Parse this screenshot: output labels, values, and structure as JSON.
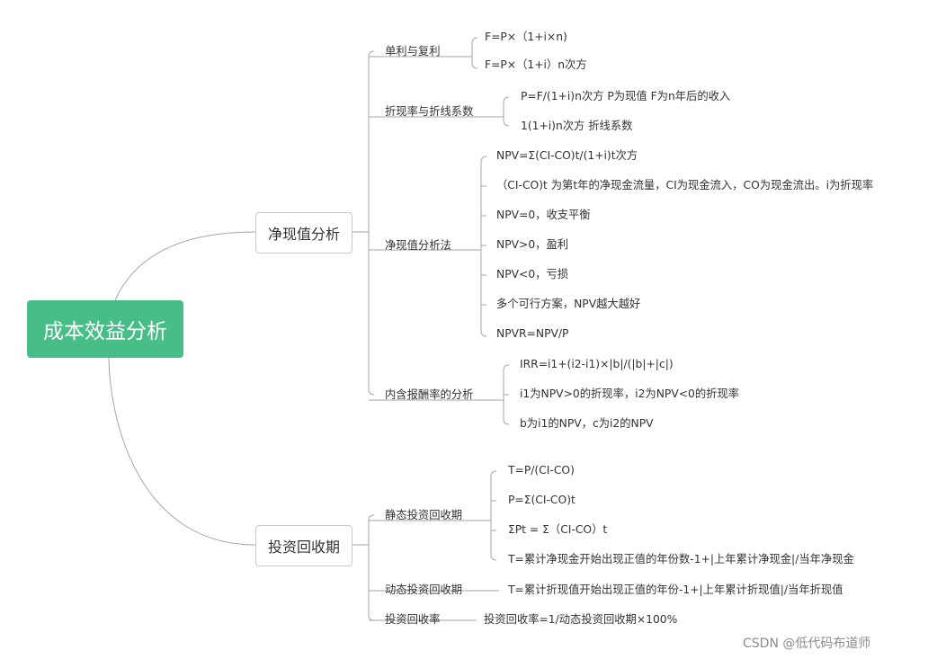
{
  "root": "成本效益分析",
  "branches": {
    "npv": {
      "label": "净现值分析",
      "simple_compound": {
        "label": "单利与复利",
        "items": [
          "F=P×（1+i×n)",
          "F=P×（1+i）n次方"
        ]
      },
      "discount": {
        "label": "折现率与折线系数",
        "items": [
          "P=F/(1+i)n次方   P为现值   F为n年后的收入",
          "1(1+i)n次方    折线系数"
        ]
      },
      "npv_method": {
        "label": "净现值分析法",
        "items": [
          "NPV=Σ(CI-CO)t/(1+i)t次方",
          "（CI-CO)t 为第t年的净现金流量，CI为现金流入，CO为现金流出。i为折现率",
          "NPV=0，收支平衡",
          "NPV>0，盈利",
          "NPV<0，亏损",
          "多个可行方案，NPV越大越好",
          "NPVR=NPV/P"
        ]
      },
      "irr": {
        "label": "内含报酬率的分析",
        "items": [
          "IRR=i1+(i2-i1)×|b|/(|b|+|c|)",
          "i1为NPV>0的折现率，i2为NPV<0的折现率",
          "b为i1的NPV，c为i2的NPV"
        ]
      }
    },
    "payback": {
      "label": "投资回收期",
      "static": {
        "label": "静态投资回收期",
        "items": [
          "T=P/(CI-CO)",
          "P=Σ(CI-CO)t",
          "ΣPt = Σ（CI-CO）t",
          "T=累计净现金开始出现正值的年份数-1+|上年累计净现金|/当年净现金"
        ]
      },
      "dynamic": {
        "label": "动态投资回收期",
        "items": [
          "T=累计折现值开始出现正值的年份-1+|上年累计折现值|/当年折现值"
        ]
      },
      "rate": {
        "label": "投资回收率",
        "items": [
          "投资回收率=1/动态投资回收期×100%"
        ]
      }
    }
  },
  "watermark": "CSDN @低代码布道师",
  "colors": {
    "root_fill": "#47bd87",
    "line": "#a6a6a6",
    "box_border": "#c9c9c9"
  }
}
